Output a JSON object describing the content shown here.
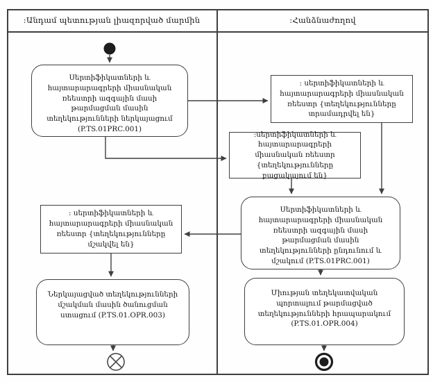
{
  "diagram": {
    "type": "uml-activity-swimlane",
    "lanes": [
      {
        "title": ":Անդամ պետության լիազորված մարմին"
      },
      {
        "title": ":Հանձնաժողով"
      }
    ],
    "nodes": {
      "action1": {
        "label": "Սերտիֆիկատների և հայտարարագրերի միասնական ռեեստրի ազգային մասի թարմացման մասին տեղեկությունների ներկայացում (P.TS.01PRC.001)"
      },
      "object_provided": {
        "label": ": սերտիֆիկատների և հայտարարագրերի միասնական ռեեստր {տեղեկությունները տրամադրվել են}"
      },
      "object_missing": {
        "label": ":սերտիֆիկատների և հայտարարագրերի միասնական ռեեստր {տեղեկությունները բացակայում են}"
      },
      "action2": {
        "label": "Սերտիֆիկատների և հայտարարագրերի միասնական ռեեստրի ազգային մասի թարմացման մասին տեղեկությունների ընդունում և մշակում (P.TS.01PRC.001)"
      },
      "object_processed": {
        "label": ": սերտիֆիկատների և հայտարարագրերի միասնական ռեեստր {տեղեկությունները մշակվել են}"
      },
      "action3": {
        "label": "Ներկայացված տեղեկությունների մշակման մասին ծանուցման ստացում (P.TS.01.OPR.003)"
      },
      "action4": {
        "label": "Միության տեղեկատվական պորտալում թարմացված տեղեկությունների հրապարակում (P.TS.01.OPR.004)"
      }
    },
    "colors": {
      "line": "#3f3f3f",
      "text": "#151515",
      "background": "#ffffff"
    }
  }
}
